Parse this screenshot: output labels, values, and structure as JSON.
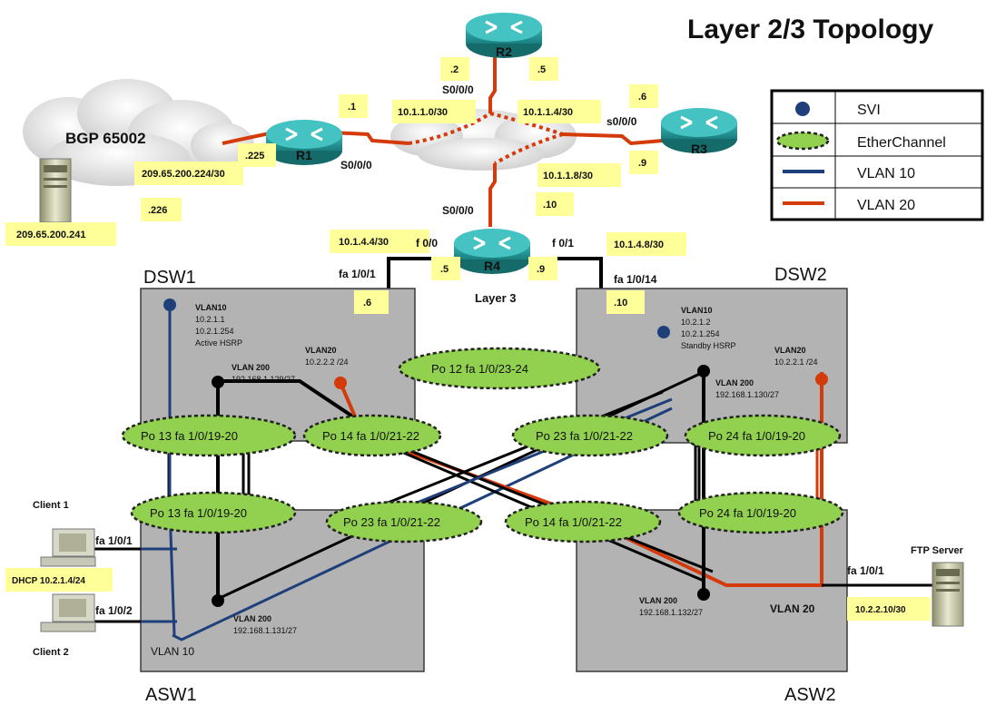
{
  "title": "Layer 2/3 Topology",
  "legend": {
    "items": [
      {
        "symbol": "svi",
        "label": "SVI"
      },
      {
        "symbol": "etherchannel",
        "label": "EtherChannel"
      },
      {
        "symbol": "vlan10-line",
        "label": "VLAN 10"
      },
      {
        "symbol": "vlan20-line",
        "label": "VLAN  20"
      }
    ]
  },
  "colors": {
    "vlan10": "#1f3f7a",
    "vlan20": "#d43a0a",
    "etherchannel": "#92d050",
    "router": "#1a8a8a",
    "switch_block": "#b3b3b3",
    "label_bg": "#ffff99"
  },
  "routers": {
    "r1": "R1",
    "r2": "R2",
    "r3": "R3",
    "r4": "R4"
  },
  "cloud_label": "BGP 65002",
  "layer3_label": "Layer 3",
  "switches": {
    "dsw1": "DSW1",
    "dsw2": "DSW2",
    "asw1": "ASW1",
    "asw2": "ASW2"
  },
  "labels": {
    "r1_dot1": ".1",
    "r1_225": ".225",
    "isp_net": "209.65.200.224/30",
    "isp_226": ".226",
    "server_ip": "209.65.200.241",
    "r2_dot2": ".2",
    "r2_dot5": ".5",
    "r2_s000": "S0/0/0",
    "net_1_0": "10.1.1.0/30",
    "net_1_4": "10.1.1.4/30",
    "net_1_8": "10.1.1.8/30",
    "r3_dot6": ".6",
    "r3_dot9": ".9",
    "r3_s000": "s0/0/0",
    "r1_s000": "S0/0/0",
    "r4_dot10": ".10",
    "r4_s000": "S0/0/0",
    "net_4_4": "10.1.4.4/30",
    "net_4_8": "10.1.4.8/30",
    "r4_f00": "f 0/0",
    "r4_f01": "f 0/1",
    "r4_dot5": ".5",
    "r4_dot9": ".9",
    "dsw1_fa101": "fa 1/0/1",
    "dsw1_dot6": ".6",
    "dsw2_fa1014": "fa 1/0/14",
    "dsw2_dot10": ".10"
  },
  "dsw1": {
    "vlan10_title": "VLAN10",
    "vlan10_ip1": "10.2.1.1",
    "vlan10_ip2": "10.2.1.254",
    "vlan10_role": "Active HSRP",
    "vlan20_title": "VLAN20",
    "vlan20_ip": "10.2.2.2 /24",
    "vlan200_title": "VLAN 200",
    "vlan200_ip": "192.168.1.129/27"
  },
  "dsw2": {
    "vlan10_title": "VLAN10",
    "vlan10_ip1": "10.2.1.2",
    "vlan10_ip2": "10.2.1.254",
    "vlan10_role": "Standby HSRP",
    "vlan20_title": "VLAN20",
    "vlan20_ip": "10.2.2.1 /24",
    "vlan200_title": "VLAN 200",
    "vlan200_ip": "192.168.1.130/27"
  },
  "asw1": {
    "vlan200_title": "VLAN 200",
    "vlan200_ip": "192.168.1.131/27",
    "vlan10": "VLAN 10"
  },
  "asw2": {
    "vlan200_title": "VLAN 200",
    "vlan200_ip": "192.168.1.132/27",
    "vlan20": "VLAN 20"
  },
  "etherchannels": {
    "po12": "Po 12  fa 1/0/23-24",
    "po13_dsw1": "Po 13  fa 1/0/19-20",
    "po14_dsw1": "Po 14  fa 1/0/21-22",
    "po23_dsw2": "Po 23  fa 1/0/21-22",
    "po24_dsw2": "Po 24  fa 1/0/19-20",
    "po13_asw1": "Po 13  fa 1/0/19-20",
    "po23_asw1": "Po 23  fa 1/0/21-22",
    "po14_asw2": "Po 14  fa 1/0/21-22",
    "po24_asw2": "Po 24  fa 1/0/19-20"
  },
  "clients": {
    "c1_name": "Client 1",
    "c1_port": "fa 1/0/1",
    "c1_ip": "DHCP 10.2.1.4/24",
    "c2_name": "Client 2",
    "c2_port": "fa 1/0/2"
  },
  "ftp": {
    "name": "FTP Server",
    "port": "fa 1/0/1",
    "ip": "10.2.2.10/30"
  }
}
